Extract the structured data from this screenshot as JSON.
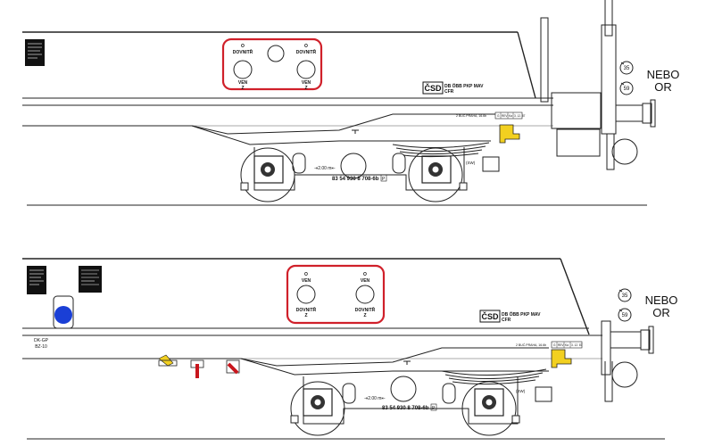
{
  "colors": {
    "line": "#222222",
    "highlight_frame": "#d0202a",
    "yellow_hook": "#f2d020",
    "blue_lamp": "#1a3fd6",
    "red_lever": "#c8161d"
  },
  "top_wagon": {
    "door_labels": [
      {
        "top": "O",
        "mid": "DOVNITŘ",
        "pos": "left-top"
      },
      {
        "top": "O",
        "mid": "DOVNITŘ",
        "pos": "right-top"
      },
      {
        "top": "VEN",
        "mid": "Z",
        "pos": "left-bottom"
      },
      {
        "top": "VEN",
        "mid": "Z",
        "pos": "right-bottom"
      }
    ],
    "csd_mark": "ČSD",
    "railways_row1": "DB  ÖBB  PKP  MAV",
    "railways_row2": "CFR",
    "revision_text": "2 BUĆ.PRAHA, 16.6b",
    "stamp_cells": [
      "G",
      "REV",
      "Ka",
      "3. 12. 87"
    ],
    "spacing_text": "⇥2.00 m⇤",
    "number": "83 54 930 8 708-6b",
    "number_suffix": "P",
    "brake_label": "(SW)",
    "icon_top": "35",
    "icon_bottom": "59",
    "nebo": "NEBO",
    "or": "OR"
  },
  "bottom_wagon": {
    "door_labels": [
      {
        "top": "O",
        "mid": "VEN",
        "pos": "left-top"
      },
      {
        "top": "O",
        "mid": "VEN",
        "pos": "right-top"
      },
      {
        "top": "DOVNITŘ",
        "mid": "Z",
        "pos": "left-bottom"
      },
      {
        "top": "DOVNITŘ",
        "mid": "Z",
        "pos": "right-bottom"
      }
    ],
    "side_code_1": "DK-GP",
    "side_code_2": "BZ-10",
    "csd_mark": "ČSD",
    "railways_row1": "DB  ÖBB  PKP  MAV",
    "railways_row2": "CFR",
    "revision_text": "2 BUĆ.PRAHA, 16.6b",
    "stamp_cells": [
      "G",
      "REV",
      "Ka",
      "3. 12. 87"
    ],
    "spacing_text": "⇥2.00 m⇤",
    "number": "83 54 930 8 708-6b",
    "number_suffix": "P",
    "brake_label": "(SW)",
    "icon_top": "35",
    "icon_bottom": "59",
    "nebo": "NEBO",
    "or": "OR"
  }
}
